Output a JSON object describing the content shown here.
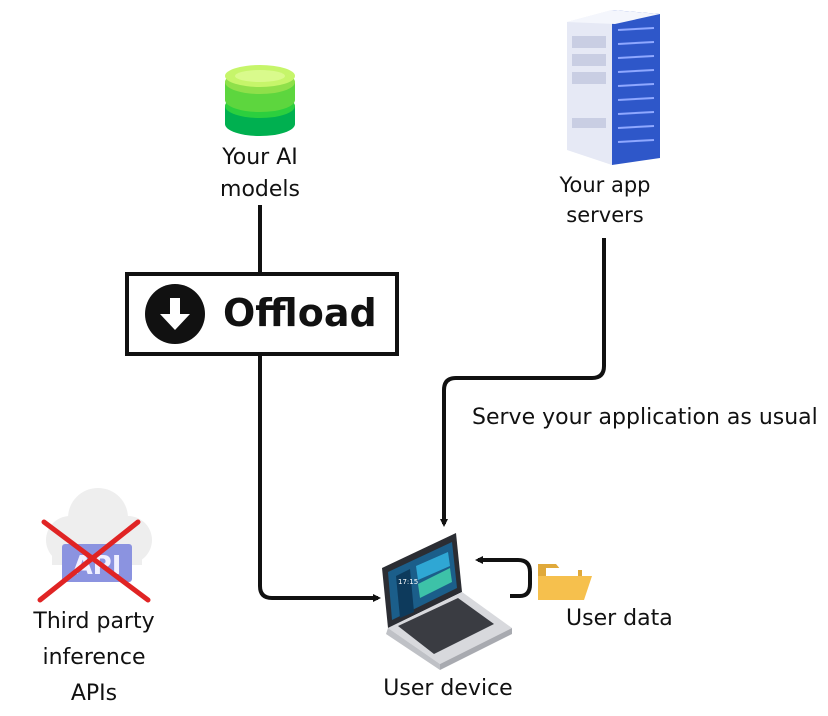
{
  "nodes": {
    "ai_models": {
      "label": "Your AI\nmodels",
      "icon": "database-icon"
    },
    "app_servers": {
      "label": "Your app\nservers",
      "icon": "server-rack-icon"
    },
    "offload": {
      "label": "Offload",
      "icon": "download-arrow-icon"
    },
    "third_party": {
      "label": "Third party\ninference\nAPIs",
      "icon": "cloud-api-icon",
      "status": "crossed-out"
    },
    "user_device": {
      "label": "User device",
      "icon": "laptop-icon"
    },
    "user_data": {
      "label": "User data",
      "icon": "folder-icon"
    }
  },
  "edges": {
    "serve": {
      "label": "Serve your application as usual"
    }
  },
  "colors": {
    "line": "#111111",
    "db_green": "#7ed957",
    "server_blue": "#3c63c8",
    "cross_red": "#e02424",
    "folder_yellow": "#f6c04d",
    "cloud_gray": "#eeeeee",
    "api_blue": "#8b93e0"
  }
}
